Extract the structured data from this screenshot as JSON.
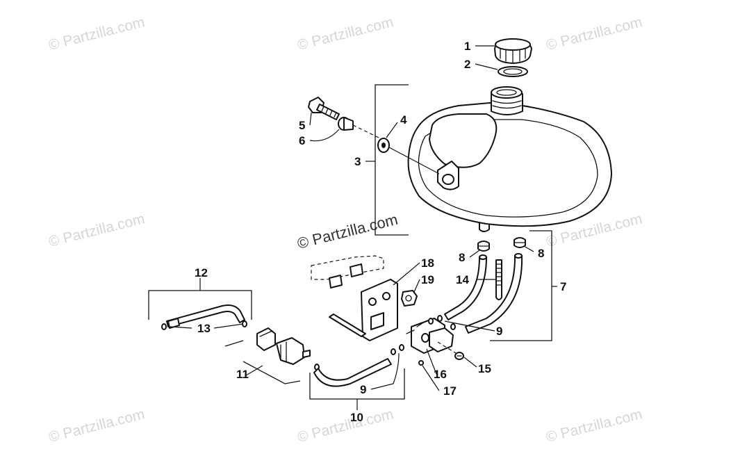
{
  "watermark": {
    "corner_text": "© Partzilla.com",
    "center_text": "© Partzilla.com"
  },
  "callouts": {
    "c1": "1",
    "c2": "2",
    "c3": "3",
    "c4": "4",
    "c5": "5",
    "c6": "6",
    "c7": "7",
    "c8a": "8",
    "c8b": "8",
    "c9a": "9",
    "c9b": "9",
    "c10": "10",
    "c11": "11",
    "c12": "12",
    "c13": "13",
    "c14": "14",
    "c15": "15",
    "c16": "16",
    "c17": "17",
    "c18": "18",
    "c19": "19"
  },
  "colors": {
    "line": "#111111",
    "watermark": "#d6d6d6",
    "background": "#ffffff"
  }
}
